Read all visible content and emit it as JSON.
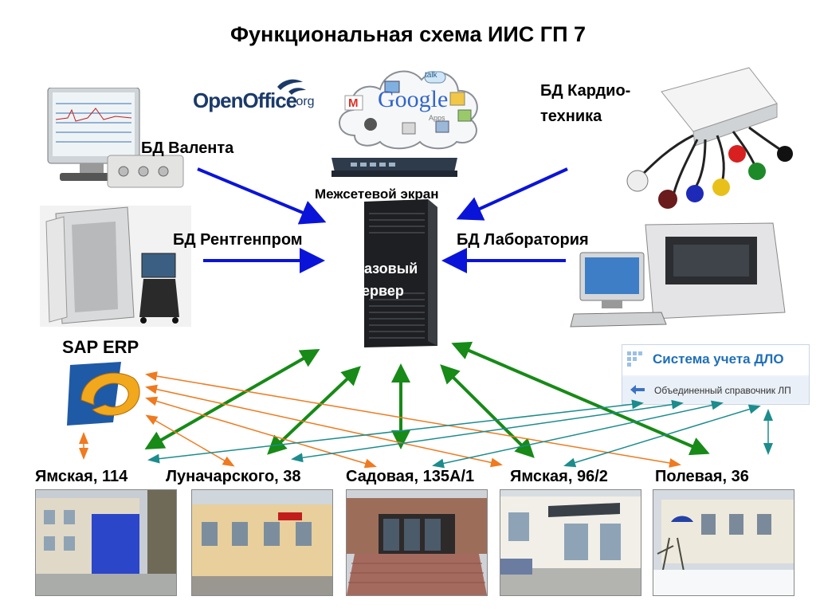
{
  "title": "Функциональная схема ИИС ГП 7",
  "logos": {
    "openoffice_main": "OpenOffice",
    "openoffice_suffix": ".org",
    "google": "Google",
    "google_sub": "Apps",
    "talk": "talk",
    "gmail": "M"
  },
  "labels": {
    "valenta": "БД Валента",
    "kardio_1": "БД Кардио-",
    "kardio_2": "техника",
    "firewall": "Межсетевой экран",
    "rentgen": "БД Рентгенпром",
    "lab": "БД Лаборатория",
    "server_1": "Базовый",
    "server_2": "сервер",
    "sap": "SAP ERP"
  },
  "dlo": {
    "title": "Система учета ДЛО",
    "subtitle": "Объединенный справочник ЛП"
  },
  "addresses": [
    "Ямская, 114",
    "Луначарского, 38",
    "Садовая, 135А/1",
    "Ямская, 96/2",
    "Полевая, 36"
  ],
  "colors": {
    "blue_arrow": "#0a14d8",
    "green_arrow": "#178a17",
    "orange_arrow": "#ef7a1f",
    "teal_arrow": "#1c8c8c",
    "dlo_title": "#1f6fb7"
  }
}
